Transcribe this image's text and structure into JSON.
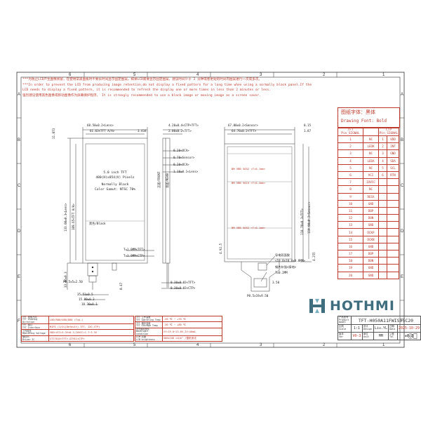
{
  "frame": {
    "cols": [
      "1",
      "2",
      "3",
      "4",
      "5",
      "6"
    ],
    "rows": [
      "A",
      "B",
      "C",
      "D",
      "E",
      "F"
    ]
  },
  "notes": {
    "line1": "***为防止LCD产生图像残留，在使用常黑面板时不要长时间显示固定图案。如果LCD需要显示固定图案，建议时间少于 2 分钟或者更短的时间内图案进行一次或多次。",
    "line2": "***In order to prevent the LCD from producing image retention,do not display a fixed pattern for a long time when using a normally black panel.If the",
    "line3": "  LCD needs to display a fixed pattern, it is recommended to refresh the display one or more times in less than 2 minutes or less.",
    "line4": "强烈建议使用黑色图像或移动图像作为屏幕保护程序。 It is strongly recommended to use a black image or moving image as a screen saver."
  },
  "font_box": {
    "cn": "图纸字体：黑体",
    "en": "Drawing Font: Bold"
  },
  "pin_table": {
    "headers": [
      "TFT Pin_SIGNAL",
      "CTP Pin_SIGNAL"
    ],
    "rows": [
      [
        "1",
        "NC",
        "1",
        "VDD"
      ],
      [
        "2",
        "LEDK",
        "2",
        "INT"
      ],
      [
        "3",
        "NC",
        "3",
        "GND"
      ],
      [
        "4",
        "LEDA",
        "4",
        "SDA"
      ],
      [
        "5",
        "NC",
        "5",
        "SCL"
      ],
      [
        "6",
        "VCI",
        "6",
        "RTN"
      ],
      [
        "7",
        "IOVCC",
        "",
        ""
      ],
      [
        "8",
        "NC",
        "",
        ""
      ],
      [
        "9",
        "RESX",
        "",
        ""
      ],
      [
        "10",
        "GND",
        "",
        ""
      ],
      [
        "11",
        "D0P",
        "",
        ""
      ],
      [
        "12",
        "D0N",
        "",
        ""
      ],
      [
        "13",
        "GND",
        "",
        ""
      ],
      [
        "14",
        "DCKP",
        "",
        ""
      ],
      [
        "15",
        "DCKN",
        "",
        ""
      ],
      [
        "16",
        "GND",
        "",
        ""
      ],
      [
        "17",
        "D0P",
        "",
        ""
      ],
      [
        "18",
        "D0N",
        "",
        ""
      ],
      [
        "19",
        "GND",
        "",
        ""
      ],
      [
        "20",
        "GND",
        "",
        ""
      ]
    ]
  },
  "front_view": {
    "dims": {
      "top_w1": "68.50±0.2<Lens>",
      "top_w2": "61.63<TFT A/A>",
      "top_off": "3.434",
      "left_h1": "11.073",
      "left_h2": "133.00±0.3<Lens>",
      "left_h3": "109.65<TFT A/A>",
      "left_h4": "33.66±0.3",
      "tft_1": "T=1.0MM<TFT>",
      "tft_2": "T=1.9MM<CTP>",
      "p_left": "P0.5x5=2.50",
      "d_a": "35.53±0.5",
      "d_b": "15.80±0.3",
      "d_c": "10.30±0.1",
      "d_d": "0.47"
    },
    "center_label": [
      "5.0 inch TFT",
      "480(H)x854(V) Pixels",
      "Normally Black",
      "Color Gamut: NTSC 70%"
    ],
    "black_label": "黑色/Black"
  },
  "side_view": {
    "dims": {
      "top1": "4.20±0.4<CTP+TFT>",
      "top2": "2.00±0.2<TFT>",
      "l1": "0.20<OCA>",
      "l2": "0.70<Sensor>",
      "l3": "0.20<OCA>",
      "l4": "1.10±0.1<Lens>",
      "b1": "0.30±0.03<TFT>",
      "b2": "0.30±0.03<CTP>"
    },
    "front_lbl": "正面/FRONT",
    "rear_lbl": "背面/REAR"
  },
  "back_view": {
    "dims": {
      "top1": "67.00±0.2<Sensor>",
      "top2": "64.76±0.2<TFT>",
      "top_r1": "0.15",
      "top_r2": "1.87",
      "r1": "118.70±0.3<TFT>",
      "r2": "119.00±0.2<Sensor>",
      "r3": "4.255",
      "l1": "4.92.5",
      "b1": "3.50",
      "b2": "P0.5x19=9.50"
    },
    "labels": {
      "bm1": "BM VBB 5052 <T=0.1mm>",
      "bm2": "BM VBB 5015 <T=0.4mm>",
      "bm3": "BM VBB 5052 <T=0.1mm>",
      "conductive": "导电双面胶",
      "conductive_size": "<10.0x10.0x0.8MM>",
      "steel": "钢片补强<接地>",
      "steel_t": "T=0.2MM"
    }
  },
  "spec_table": {
    "rows": [
      {
        "label": "TFT 视角方向\nTFT Viewing Direction",
        "value": "L80/R80/U80/D80 (Typ.)"
      },
      {
        "label": "TFT 接口\nTFT Interface",
        "value": "MIPI (1/2L(Default)-TFT, I2C-CTP)"
      },
      {
        "label": "工作电压\nOperating Voltage",
        "value": "VDD=VCI=3.3V±0.3,IOVCC=1.7~3.3V"
      },
      {
        "label": "驱动IC\nDriver IC",
        "value": "ST7701S<TFT>,GT911<CTP>"
      }
    ],
    "rows2": [
      {
        "label": "TFT 工作温度\nTFT Operating Temp",
        "value": "-20 ℃ ~ +70 ℃"
      },
      {
        "label": "TFT 储存温度\nTFT Storage Temp",
        "value": "-30 ℃ ~ +80 ℃"
      },
      {
        "label": "背光驱动条件\nBacklight condition",
        "value": "Vf=19.0~23.0V,If=40mA"
      },
      {
        "label": "LCM 亮度\nLCM brightness",
        "value": "500±100 cd/m² /整机测试"
      }
    ]
  },
  "title_block": {
    "brand": "HOTHMI",
    "product_label": "产品型号\nProduct model",
    "product": "TFT-H050A11FWIST5C20",
    "scale_label": "比例\nScale",
    "scale": "1:1",
    "design_label": "设计\nDesign",
    "designer": "Liu.YL",
    "date_label": "日期\nDate",
    "date": "2025-10-29",
    "version_label": "版本\nVer",
    "version": "V0-3",
    "unit_label": "单位\nUnit",
    "unit": "MM",
    "tol_label": "公差\nTol",
    "tol": "±0.3"
  }
}
